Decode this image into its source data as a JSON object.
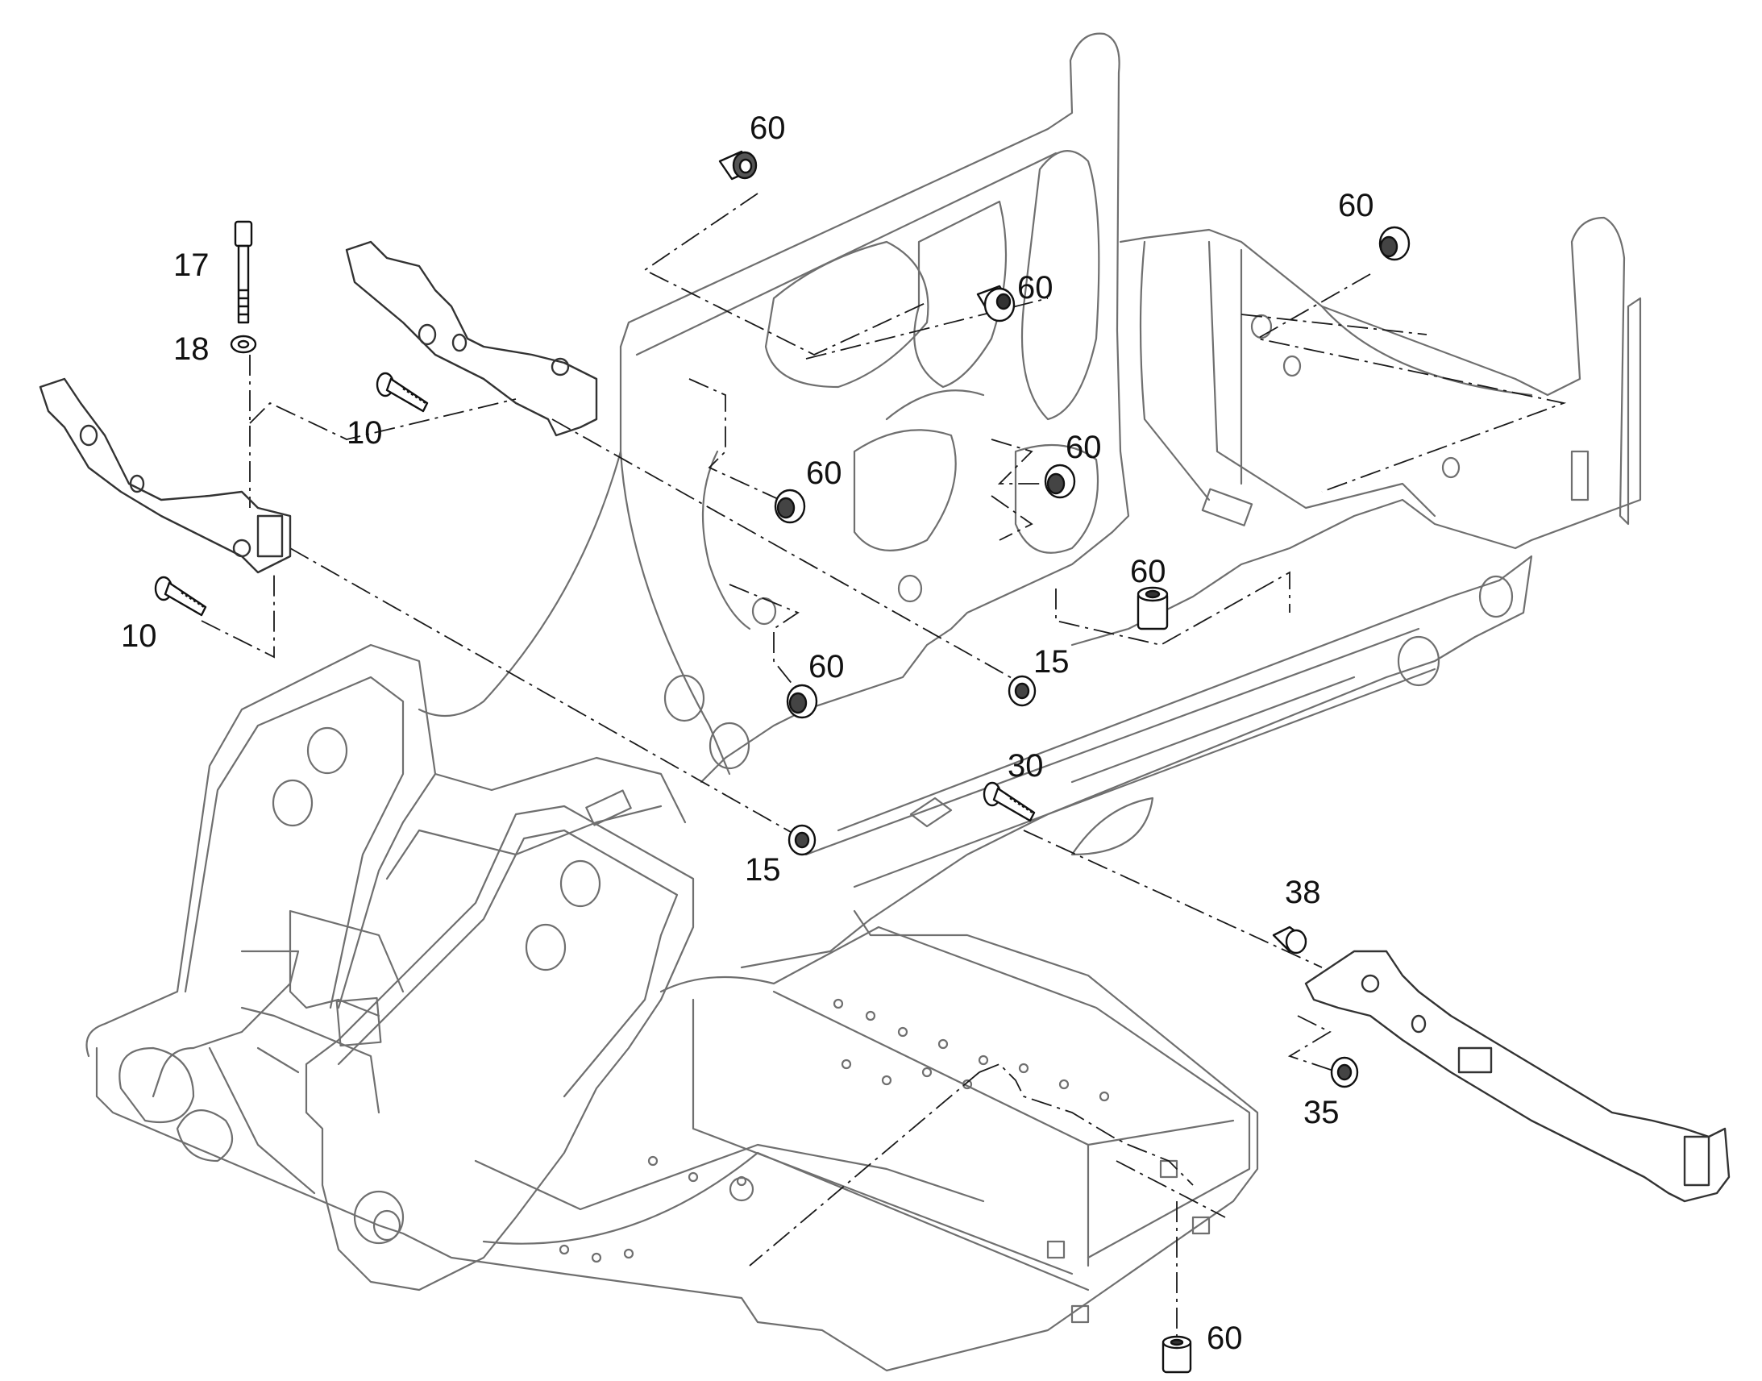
{
  "callouts": {
    "c60_top": "60",
    "c60_top_right": "60",
    "c60_upper_mid": "60",
    "c60_mid_left": "60",
    "c60_mid_right": "60",
    "c60_center": "60",
    "c60_lower_mid": "60",
    "c60_bottom": "60",
    "c17": "17",
    "c18": "18",
    "c10_upper": "10",
    "c10_lower": "10",
    "c15_right": "15",
    "c15_left": "15",
    "c30": "30",
    "c38": "38",
    "c35": "35"
  }
}
